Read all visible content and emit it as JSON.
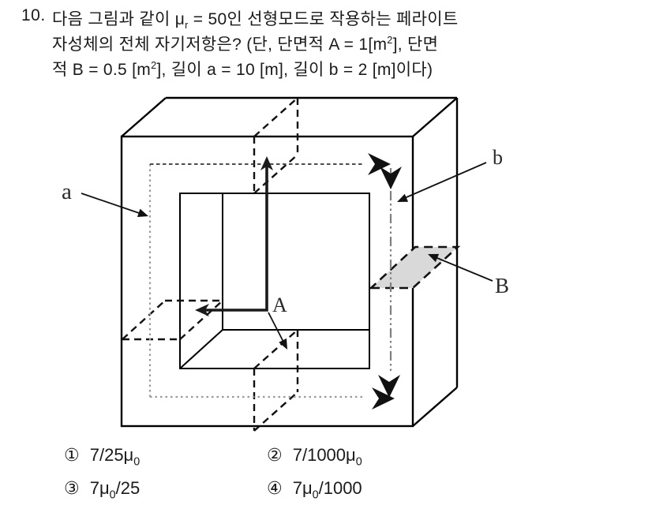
{
  "question": {
    "number": "10.",
    "line1": {
      "pre": "다음 그림과 같이 μ",
      "sub": "r",
      "post": " = 50인 선형모드로 작용하는 페라이트"
    },
    "line2": {
      "pre": "자성체의 전체 자기저항은? (단, 단면적 A = 1[m",
      "sup": "2",
      "post": "], 단면"
    },
    "line3": {
      "pre": "적 B = 0.5 [m",
      "sup": "2",
      "post": "], 길이 a = 10 [m], 길이 b = 2 [m]이다)"
    }
  },
  "figure": {
    "labels": {
      "path_a": "a",
      "path_b": "b",
      "section_a": "A",
      "section_b": "B"
    },
    "section_b_fill": "#d9d9d9",
    "path_gray": "#9a9a9a",
    "line_black": "#1a1a1a"
  },
  "options": [
    {
      "num": "①",
      "pre": "7/25μ",
      "sub": "0",
      "post": ""
    },
    {
      "num": "②",
      "pre": "7/1000μ",
      "sub": "0",
      "post": ""
    },
    {
      "num": "③",
      "pre": "7μ",
      "sub": "0",
      "post": "/25"
    },
    {
      "num": "④",
      "pre": "7μ",
      "sub": "0",
      "post": "/1000"
    }
  ]
}
